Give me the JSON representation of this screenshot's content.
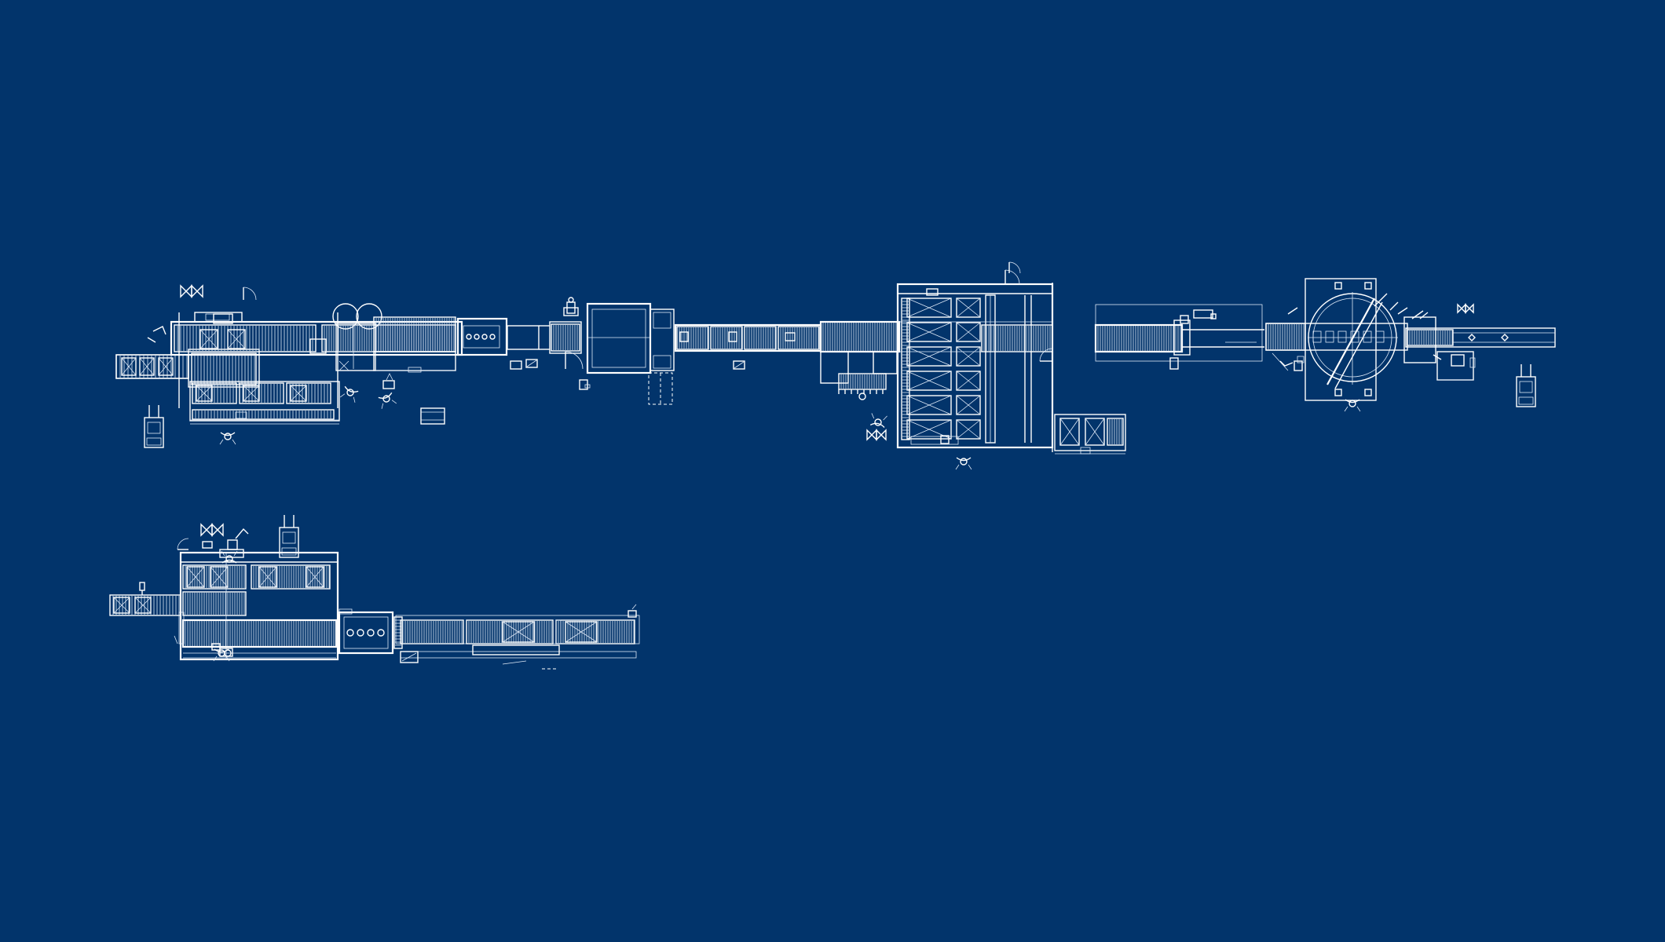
{
  "canvas": {
    "background": "#02346b",
    "line_color": "#ffffff",
    "secondary_line_color": "#dfe9f7"
  },
  "diagram": {
    "kind": "conveyor-line-plan-blueprint",
    "layouts": [
      {
        "id": "main-line",
        "modules": [
          "infeed-conveyor",
          "depalletizer-block",
          "pallet-magazine",
          "transfer-table",
          "tunnel-unit",
          "enclosed-machine",
          "accumulation-conveyor",
          "buffer-table",
          "storage-racks",
          "inspection-cell",
          "transfer-lane",
          "rotary-palletizer",
          "outfeed-conveyor"
        ],
        "vehicles": [
          "forklift",
          "forklift"
        ],
        "operators": [
          "operator",
          "operator",
          "operator",
          "operator",
          "operator",
          "operator"
        ]
      },
      {
        "id": "secondary-line",
        "modules": [
          "infeed-conveyor",
          "palletizer-block",
          "pallet-store",
          "transfer-table",
          "outfeed-conveyor"
        ],
        "vehicles": [
          "forklift"
        ],
        "operators": [
          "operator",
          "operator"
        ]
      }
    ]
  }
}
